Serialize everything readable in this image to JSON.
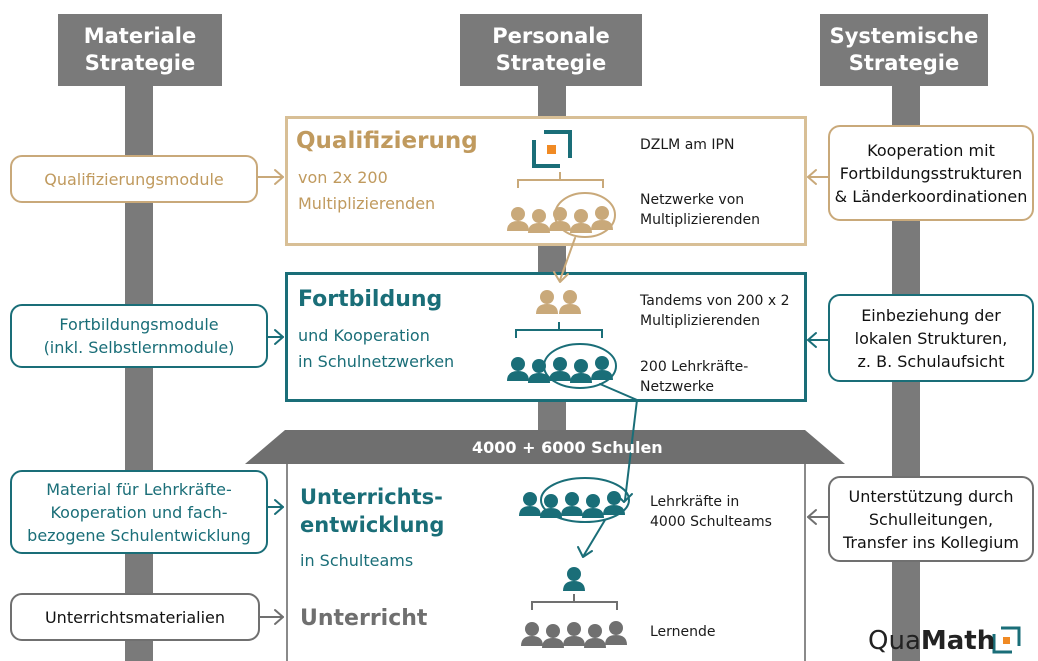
{
  "columns": {
    "left": {
      "line1": "Materiale",
      "line2": "Strategie"
    },
    "center": {
      "line1": "Personale",
      "line2": "Strategie"
    },
    "right": {
      "line1": "Systemische",
      "line2": "Strategie"
    }
  },
  "left_boxes": {
    "qualifizierung": "Qualifizierungsmodule",
    "fortbildung": {
      "line1": "Fortbildungsmodule",
      "line2": "(inkl. Selbstlernmodule)"
    },
    "unterrichtsentwicklung": {
      "line1": "Material für Lehrkräfte-",
      "line2": "Kooperation und fach-",
      "line3": "bezogene Schulentwicklung"
    },
    "unterricht": "Unterrichtsmaterialien"
  },
  "right_boxes": {
    "qualifizierung": {
      "line1": "Kooperation mit",
      "line2": "Fortbildungsstrukturen",
      "line3": "& Länderkoordinationen"
    },
    "fortbildung": {
      "line1": "Einbeziehung der",
      "line2": "lokalen Strukturen,",
      "line3": "z. B.  Schulaufsicht"
    },
    "unterrichtsentwicklung": {
      "line1": "Unterstützung durch",
      "line2": "Schulleitungen,",
      "line3": "Transfer ins Kollegium"
    }
  },
  "levels": {
    "qualifizierung": {
      "heading": "Qualifizierung",
      "sub1": "von 2x 200",
      "sub2": "Multiplizierenden",
      "note_top": "DZLM am IPN",
      "note_bottom1": "Netzwerke von",
      "note_bottom2": "Multiplizierenden"
    },
    "fortbildung": {
      "heading": "Fortbildung",
      "sub1": "und Kooperation",
      "sub2": "in Schulnetzwerken",
      "note_top1": "Tandems von 200 x 2",
      "note_top2": "Multiplizierenden",
      "note_bottom1": "200 Lehrkräfte-",
      "note_bottom2": "Netzwerke"
    },
    "unterrichtsentwicklung": {
      "heading1": "Unterrichts-",
      "heading2": "entwicklung",
      "sub": "in Schulteams",
      "note1": "Lehrkräfte in",
      "note2": "4000 Schulteams"
    },
    "unterricht": {
      "heading": "Unterricht",
      "note": "Lernende"
    }
  },
  "banner": "4000 + 6000 Schulen",
  "brand": {
    "part1": "Qua",
    "part2": "Math"
  },
  "colors": {
    "tan": "#c9a97a",
    "teal": "#1a6e78",
    "gray": "#7a7a7a",
    "orange": "#f08a24"
  },
  "icons": [
    "dzlm-logo-icon",
    "people-group-icon",
    "quamath-logo-icon"
  ]
}
